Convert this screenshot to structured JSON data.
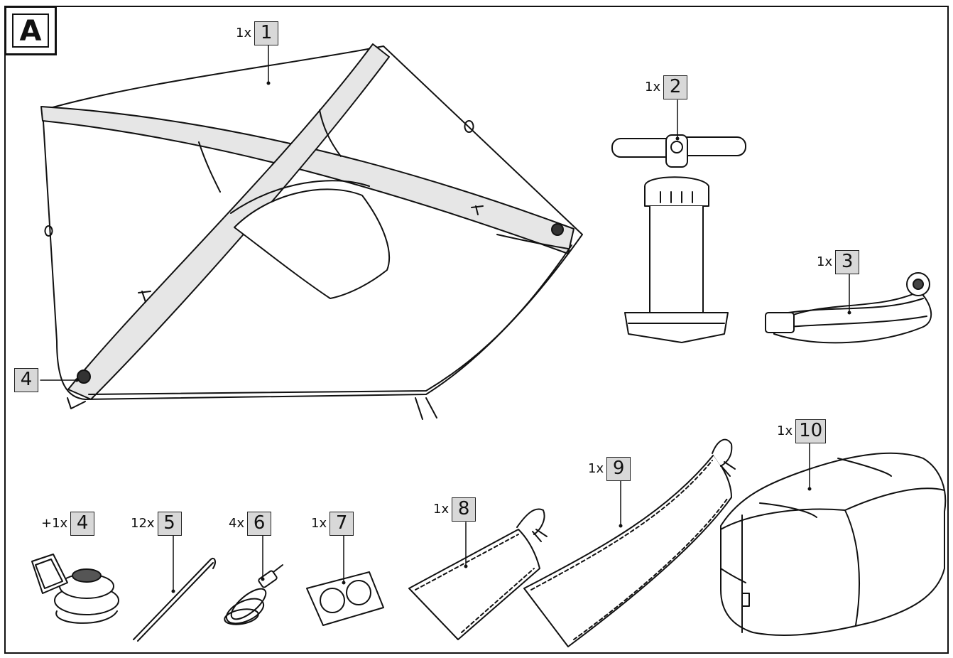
{
  "panel_letter": "A",
  "parts": [
    {
      "id": "tent",
      "qty": "1x",
      "number": "1"
    },
    {
      "id": "pump",
      "qty": "1x",
      "number": "2"
    },
    {
      "id": "hose",
      "qty": "1x",
      "number": "3"
    },
    {
      "id": "valve-on-tent",
      "qty": "",
      "number": "4"
    },
    {
      "id": "spare-valve",
      "qty": "+1x",
      "number": "4"
    },
    {
      "id": "peg",
      "qty": "12x",
      "number": "5"
    },
    {
      "id": "guy-rope",
      "qty": "4x",
      "number": "6"
    },
    {
      "id": "repair-patches",
      "qty": "1x",
      "number": "7"
    },
    {
      "id": "peg-bag",
      "qty": "1x",
      "number": "8"
    },
    {
      "id": "beam-bag",
      "qty": "1x",
      "number": "9"
    },
    {
      "id": "carry-bag",
      "qty": "1x",
      "number": "10"
    }
  ],
  "colors": {
    "line": "#111111",
    "fill": "#ffffff",
    "label_box": "#d8d8d8",
    "beam": "#e6e6e6"
  }
}
